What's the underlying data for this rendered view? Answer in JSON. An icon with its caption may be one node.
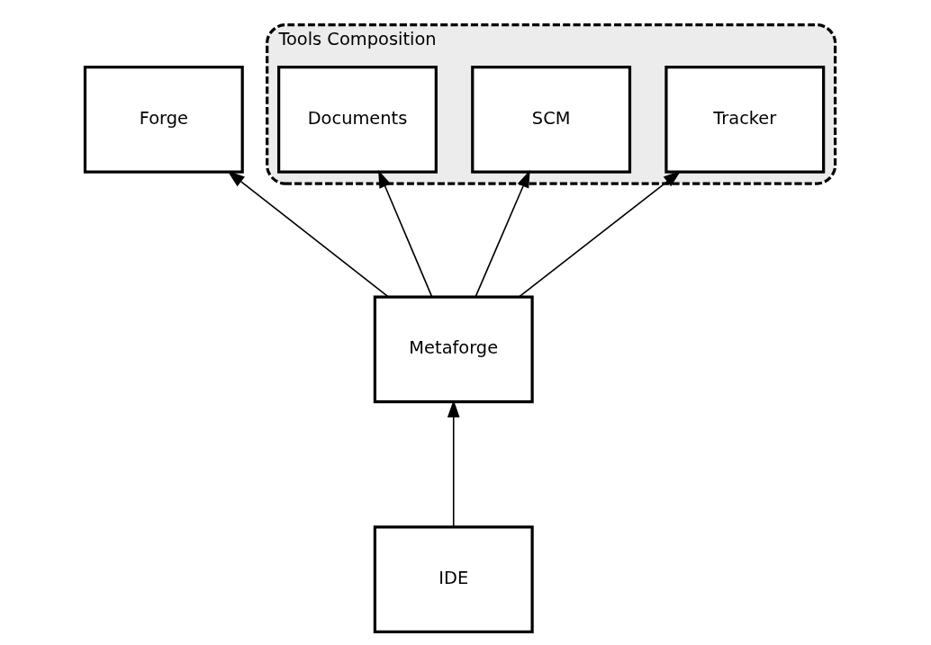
{
  "diagram": {
    "nodes": [
      {
        "text": [
          "Forge"
        ]
      },
      {
        "text": [
          "Tools Composition"
        ]
      },
      {
        "text": [
          "Tracker"
        ],
        "in": 1
      },
      {
        "text": [
          "SCM"
        ],
        "in": 1
      },
      {
        "text": [
          "Documents"
        ],
        "in": 1
      },
      {
        "text": [
          "Metaforge"
        ]
      },
      {
        "text": [
          "IDE"
        ]
      }
    ],
    "edges": [
      {
        "from": 5,
        "to": 0,
        "arrow": "to"
      },
      {
        "from": 5,
        "to": 2,
        "arrow": "to"
      },
      {
        "from": 5,
        "to": 3,
        "arrow": "to"
      },
      {
        "from": 5,
        "to": 4,
        "arrow": "to"
      },
      {
        "from": 6,
        "to": 5,
        "arrow": "to"
      }
    ]
  }
}
